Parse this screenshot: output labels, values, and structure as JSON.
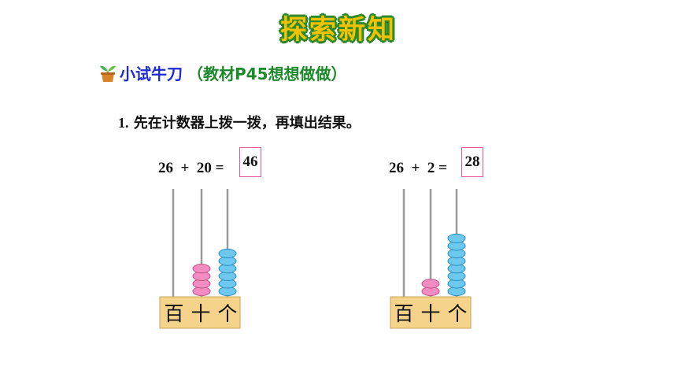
{
  "title": "探索新知",
  "section": {
    "label": "小试牛刀",
    "ref": "（教材P45想想做做）"
  },
  "question": {
    "number": "1.",
    "text": "先在计数器上拨一拨，再填出结果。"
  },
  "problems": [
    {
      "n1": "26",
      "op": "+",
      "n2": "20",
      "eq": "=",
      "answer": "46",
      "beads": {
        "hundreds": 0,
        "tens": 4,
        "ones": 6
      }
    },
    {
      "n1": "26",
      "op": "+",
      "n2": "2",
      "eq": "=",
      "answer": "28",
      "beads": {
        "hundreds": 0,
        "tens": 2,
        "ones": 8
      }
    }
  ],
  "place_labels": [
    "百",
    "十",
    "个"
  ],
  "colors": {
    "title_fill": "#f2c200",
    "title_outline": "#2c8a2c",
    "section_label": "#1e2bd6",
    "section_ref": "#1c8a2a",
    "answer_box": "#e5559a",
    "tens_bead": "#f48cc4",
    "ones_bead": "#6ec8ee",
    "base": "#f6d38a"
  },
  "icons": {
    "section_marker": "sprout-pot-icon"
  }
}
